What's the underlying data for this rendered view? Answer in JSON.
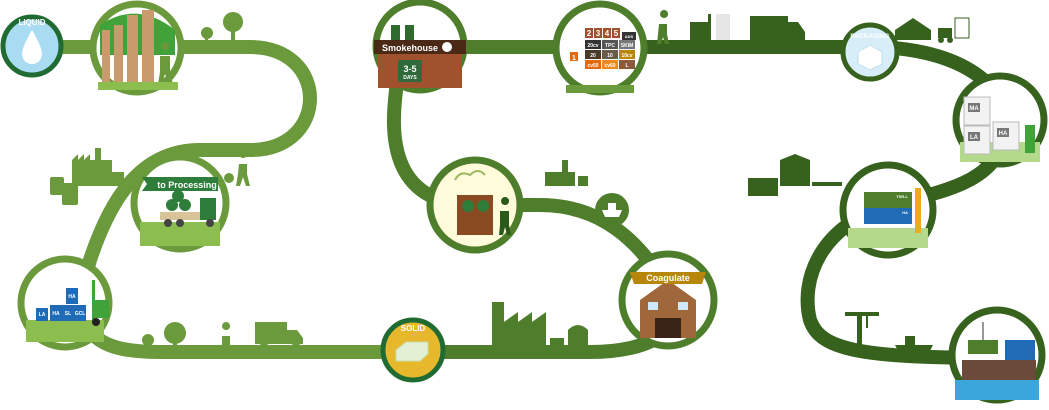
{
  "colors": {
    "path_light": "#6b9a3c",
    "path_mid": "#4e7d2b",
    "path_dark": "#36621d",
    "liquid_badge": "#a9dcf3",
    "solid_badge": "#e7b82c",
    "packaging_badge": "#d7eef8"
  },
  "badges": {
    "liquid": "LIQUID",
    "solid": "SOLID",
    "packaging": "PACKAGING"
  },
  "scenes": {
    "processing": {
      "label": "to Processing"
    },
    "smokehouse": {
      "label": "Smokehouse",
      "duration": "3-5",
      "unit": "DAYS"
    },
    "coagulate": {
      "label": "Coagulate"
    },
    "grades": {
      "numbers": [
        "2",
        "3",
        "4",
        "5"
      ],
      "marker": "1",
      "rows": [
        [
          "20cv",
          "TPC",
          "SKIM"
        ],
        [
          "20",
          "10",
          "10cv"
        ],
        [
          "cv50",
          "cv60",
          "L"
        ]
      ],
      "corner": "ADS"
    },
    "drums": [
      "HA",
      "HA",
      "SL",
      "GCL",
      "LA"
    ],
    "ibc_totes": [
      "MA",
      "LA",
      "HA"
    ],
    "containers": [
      "TSR-L",
      "HA"
    ]
  },
  "icons": [
    "water-drop-icon",
    "rubber-tree-icon",
    "factory-icon",
    "truck-icon",
    "forklift-icon",
    "ship-icon",
    "tree-icon",
    "worker-icon",
    "warehouse-icon",
    "crane-icon",
    "latex-bale-icon"
  ]
}
